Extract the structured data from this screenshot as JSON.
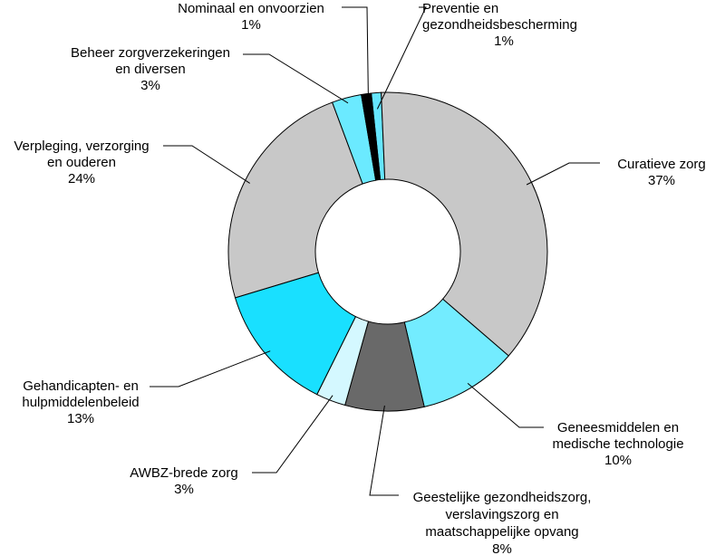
{
  "chart_data": {
    "type": "donut",
    "unit": "%",
    "slices": [
      {
        "lines": [
          "Preventie en",
          "gezondheidsbescherming"
        ],
        "pct_label": "1%",
        "value": 1,
        "color": "#66e6ff"
      },
      {
        "lines": [
          "Curatieve zorg"
        ],
        "pct_label": "37%",
        "value": 37,
        "color": "#c8c8c8"
      },
      {
        "lines": [
          "Geneesmiddelen en",
          "medische technologie"
        ],
        "pct_label": "10%",
        "value": 10,
        "color": "#73ecff"
      },
      {
        "lines": [
          "Geestelijke gezondheidszorg,",
          "verslavingszorg en",
          "maatschappelijke opvang"
        ],
        "pct_label": "8%",
        "value": 8,
        "color": "#696969"
      },
      {
        "lines": [
          "AWBZ-brede zorg"
        ],
        "pct_label": "3%",
        "value": 3,
        "color": "#d4f8ff"
      },
      {
        "lines": [
          "Gehandicapten- en",
          "hulpmiddelenbeleid"
        ],
        "pct_label": "13%",
        "value": 13,
        "color": "#19e0ff"
      },
      {
        "lines": [
          "Verpleging, verzorging",
          "en ouderen"
        ],
        "pct_label": "24%",
        "value": 24,
        "color": "#c8c8c8"
      },
      {
        "lines": [
          "Beheer zorgverzekeringen",
          "en diversen"
        ],
        "pct_label": "3%",
        "value": 3,
        "color": "#6beaff"
      },
      {
        "lines": [
          "Nominaal en onvoorzien"
        ],
        "pct_label": "1%",
        "value": 1,
        "color": "#000000"
      }
    ]
  }
}
